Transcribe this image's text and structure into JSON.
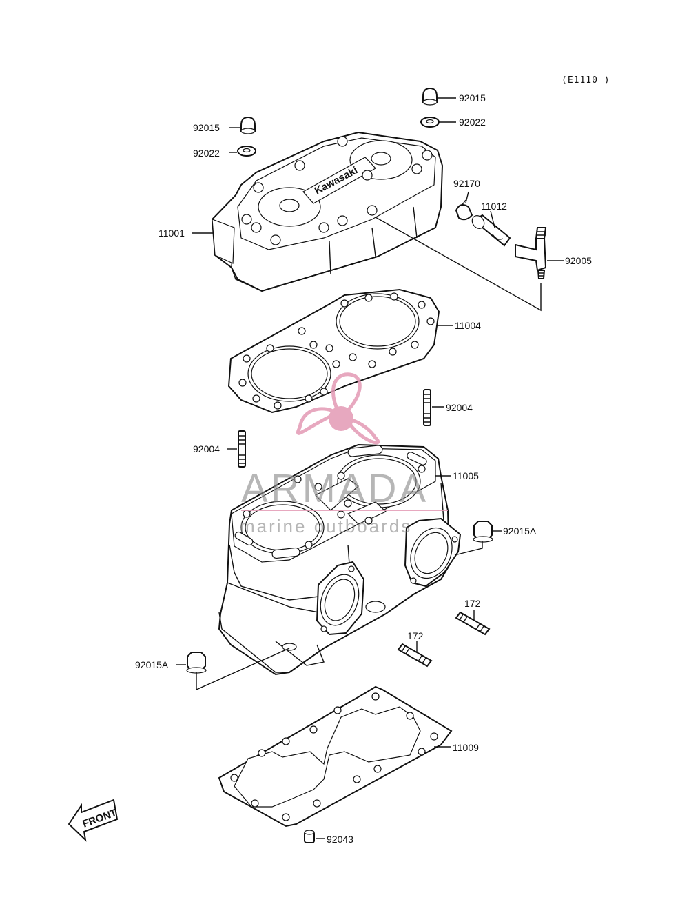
{
  "diagram_code": "(E1110 )",
  "watermark": {
    "brand": "ARMADA",
    "tagline": "marine outboards",
    "accent_color": "#e39ab4",
    "text_color": "#8d8d8d"
  },
  "cover_brand": "Kawasaki",
  "front_label": "FRONT",
  "parts": {
    "p92015_top": "92015",
    "p92022_top": "92022",
    "p92015_left": "92015",
    "p92022_left": "92022",
    "p92170": "92170",
    "p11012": "11012",
    "p11001": "11001",
    "p92005": "92005",
    "p11004": "11004",
    "p92004_right": "92004",
    "p92004_left": "92004",
    "p11005": "11005",
    "p92015A_right": "92015A",
    "p172_right": "172",
    "p172_left": "172",
    "p92015A_left": "92015A",
    "p11009": "11009",
    "p92043": "92043"
  }
}
